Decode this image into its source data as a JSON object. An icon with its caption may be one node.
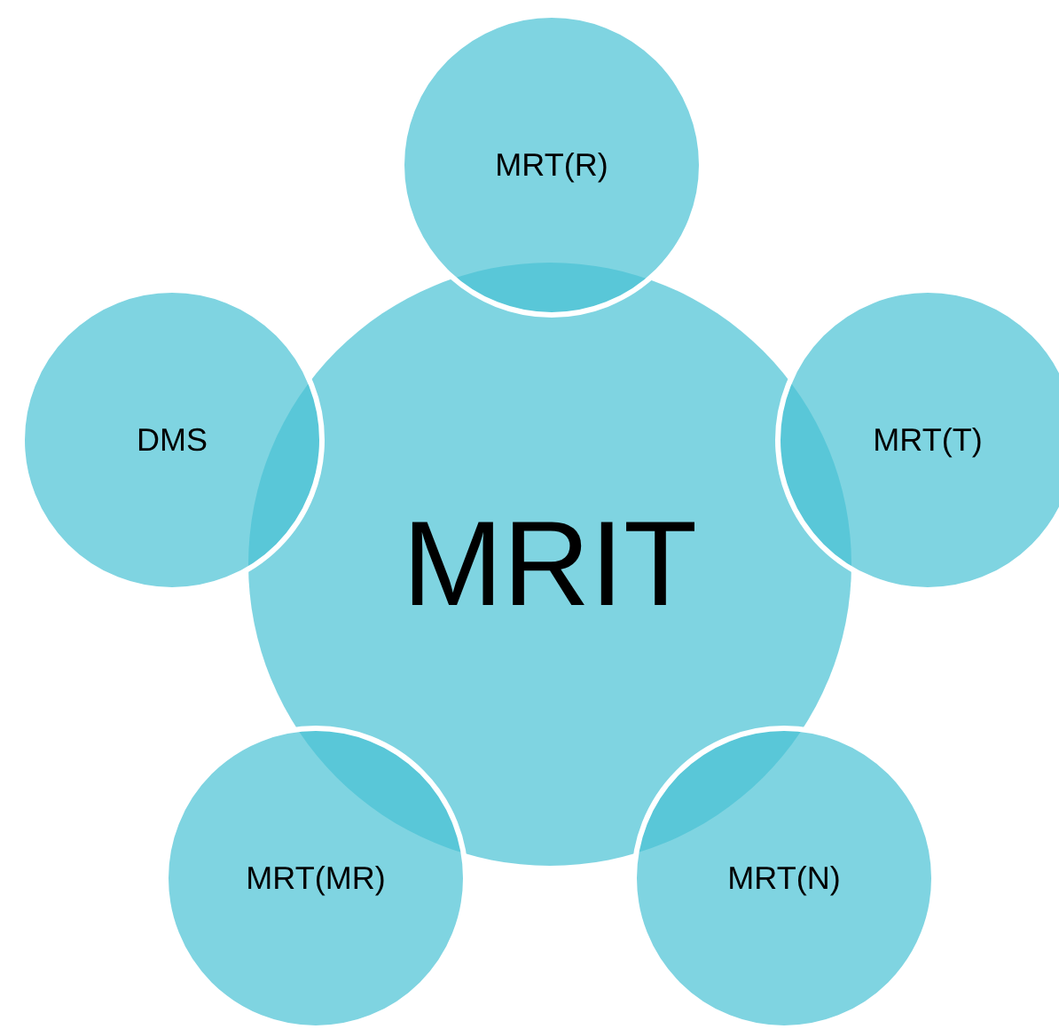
{
  "diagram": {
    "nodes": [
      {
        "text": [
          "MRT(R)"
        ]
      },
      {
        "text": [
          "DMS"
        ]
      },
      {
        "text": [
          "MRIT"
        ]
      },
      {
        "text": [
          "MRT(T)"
        ]
      },
      {
        "text": [
          "MRT(MR)"
        ]
      },
      {
        "text": [
          "MRT(N)"
        ]
      }
    ]
  }
}
